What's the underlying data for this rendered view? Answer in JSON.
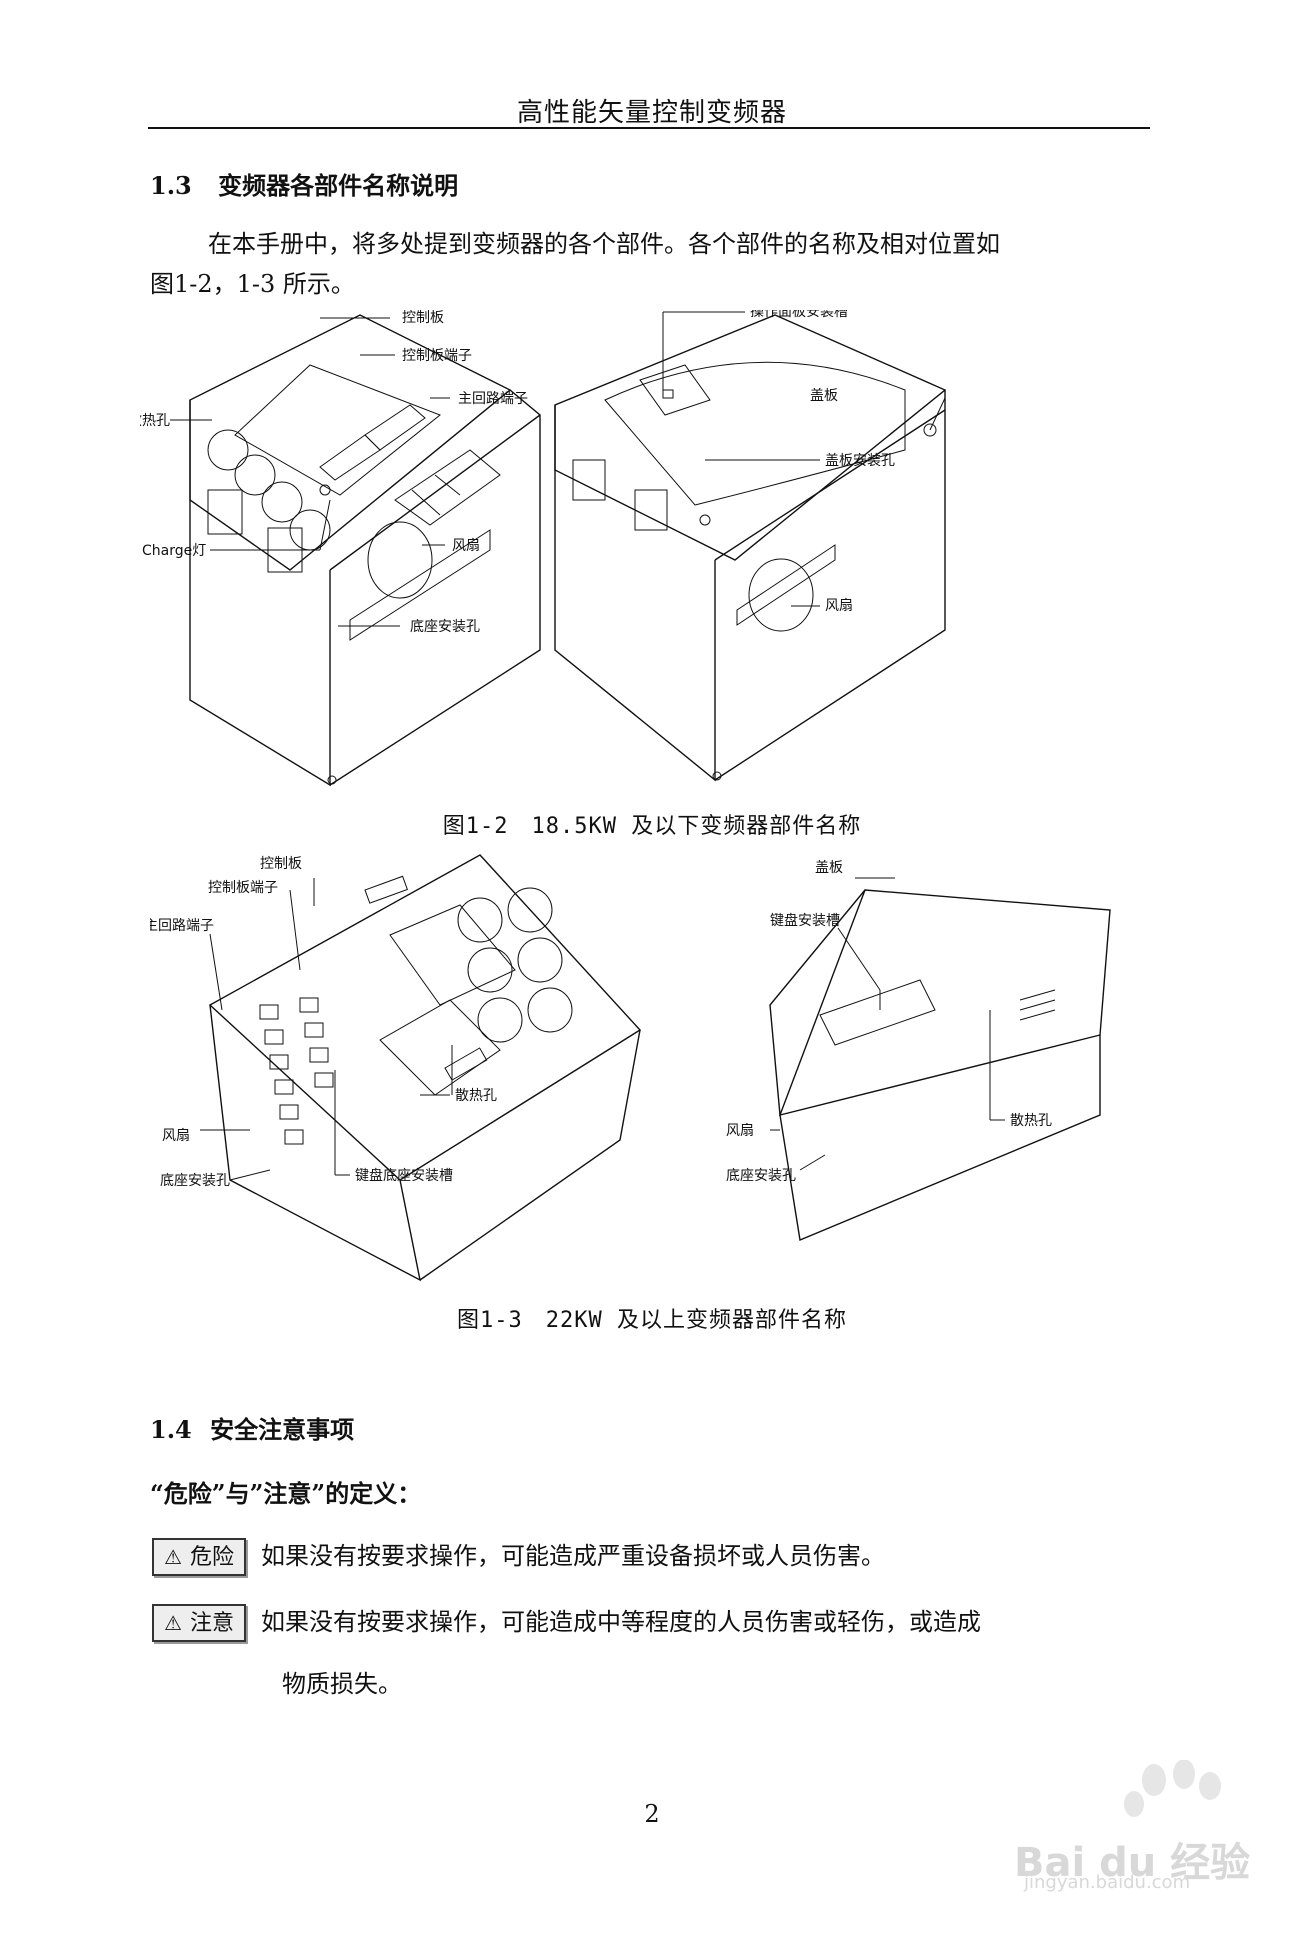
{
  "header": {
    "title": "高性能矢量控制变频器"
  },
  "section_1_3": {
    "number": "1.3",
    "title": "变频器各部件名称说明",
    "paragraph_line1": "在本手册中，将多处提到变频器的各个部件。各个部件的名称及相对位置如",
    "paragraph_line2": "图1-2，1-3 所示。"
  },
  "figure_1_2": {
    "caption": "图1-2　18.5KW 及以下变频器部件名称",
    "left_labels": {
      "control_board": "控制板",
      "control_terminal": "控制板端子",
      "main_terminal": "主回路端子",
      "heat_vent": "散热孔",
      "charge_lamp": "Charge灯",
      "fan": "风扇",
      "base_hole": "底座安装孔"
    },
    "right_labels": {
      "panel_slot": "操作面板安装槽",
      "cover": "盖板",
      "cover_hole": "盖板安装孔",
      "fan": "风扇"
    }
  },
  "figure_1_3": {
    "caption": "图1-3　22KW 及以上变频器部件名称",
    "left_labels": {
      "control_board": "控制板",
      "control_terminal": "控制板端子",
      "main_terminal": "主回路端子",
      "heat_vent": "散热孔",
      "fan": "风扇",
      "base_hole": "底座安装孔",
      "keypad_base_slot": "键盘底座安装槽"
    },
    "right_labels": {
      "cover": "盖板",
      "keypad_slot": "键盘安装槽",
      "fan": "风扇",
      "heat_vent": "散热孔",
      "base_hole": "底座安装孔"
    }
  },
  "section_1_4": {
    "number": "1.4",
    "title": "安全注意事项",
    "definition_heading": "“危险”与”注意”的定义：",
    "danger_badge": "危险",
    "danger_text": "如果没有按要求操作，可能造成严重设备损坏或人员伤害。",
    "caution_badge": "注意",
    "caution_text_line1": "如果没有按要求操作，可能造成中等程度的人员伤害或轻伤，或造成",
    "caution_text_line2": "物质损失。"
  },
  "page_number": "2",
  "watermark": {
    "brand": "Bai du 经验",
    "url": "jingyan.baidu.com"
  }
}
